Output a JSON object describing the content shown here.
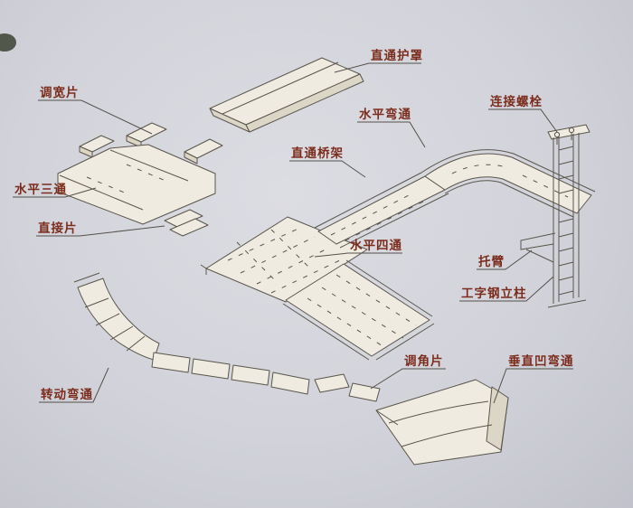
{
  "labels": {
    "cover": "直通护罩",
    "width_adjuster": "调宽片",
    "horizontal_bend": "水平弯通",
    "connecting_bolt": "连接螺栓",
    "straight_tray": "直通桥架",
    "horizontal_tee": "水平三通",
    "connector_plate": "直接片",
    "horizontal_cross": "水平四通",
    "bracket_arm": "托臂",
    "i_beam_column": "工字钢立柱",
    "angle_adjuster": "调角片",
    "vertical_concave_bend": "垂直凹弯通",
    "rotating_bend": "转动弯通"
  },
  "colors": {
    "paper": "#d3d4db",
    "label_text": "#7c2c1c",
    "leader_line": "#54504a",
    "part_fill": "#efebe0",
    "part_stroke": "#5a554c"
  }
}
